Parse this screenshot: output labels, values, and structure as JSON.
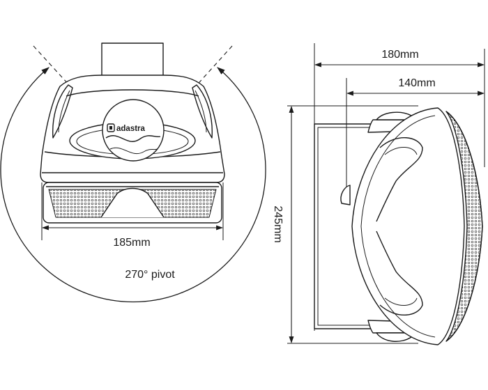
{
  "brand": {
    "logo_text": "adastra"
  },
  "front_view": {
    "width_label": "185mm",
    "pivot_label": "270° pivot"
  },
  "side_view": {
    "depth_label": "180mm",
    "bracket_depth_label": "140mm",
    "height_label": "245mm"
  },
  "colors": {
    "line": "#1a1a1a",
    "background": "#ffffff"
  }
}
